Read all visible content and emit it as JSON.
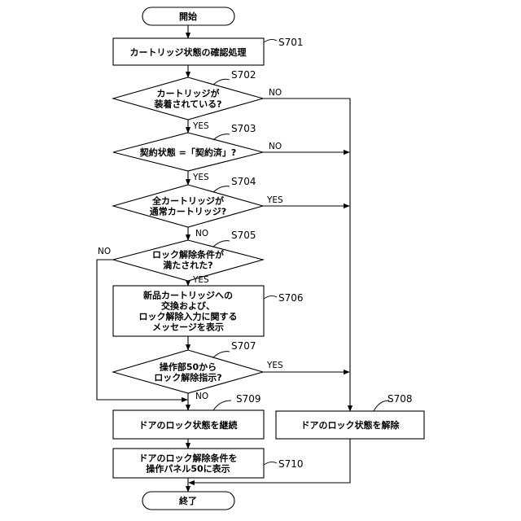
{
  "nodes": {
    "start": [
      "開始"
    ],
    "s701": [
      "カートリッジ状態の確認処理"
    ],
    "s702": [
      "カートリッジが",
      "装着されている?"
    ],
    "s703": [
      "契約状態 =「契約済」?"
    ],
    "s704": [
      "全カートリッジが",
      "通常カートリッジ?"
    ],
    "s705": [
      "ロック解除条件が",
      "満たされた?"
    ],
    "s706": [
      "新品カートリッジへの",
      "交換および、",
      "ロック解除入力に関する",
      "メッセージを表示"
    ],
    "s707": [
      "操作部50から",
      "ロック解除指示?"
    ],
    "s709": [
      "ドアのロック状態を継続"
    ],
    "s708": [
      "ドアのロック状態を解除"
    ],
    "s710": [
      "ドアのロック解除条件を",
      "操作パネル50に表示"
    ],
    "end": [
      "終了"
    ]
  },
  "step_labels": {
    "s701": "S701",
    "s702": "S702",
    "s703": "S703",
    "s704": "S704",
    "s705": "S705",
    "s706": "S706",
    "s707": "S707",
    "s708": "S708",
    "s709": "S709",
    "s710": "S710"
  },
  "branch_labels": {
    "s702_no": "NO",
    "s702_yes": "YES",
    "s703_no": "NO",
    "s703_yes": "YES",
    "s704_yes": "YES",
    "s704_no": "NO",
    "s705_no": "NO",
    "s705_yes": "YES",
    "s707_yes": "YES",
    "s707_no": "NO"
  }
}
